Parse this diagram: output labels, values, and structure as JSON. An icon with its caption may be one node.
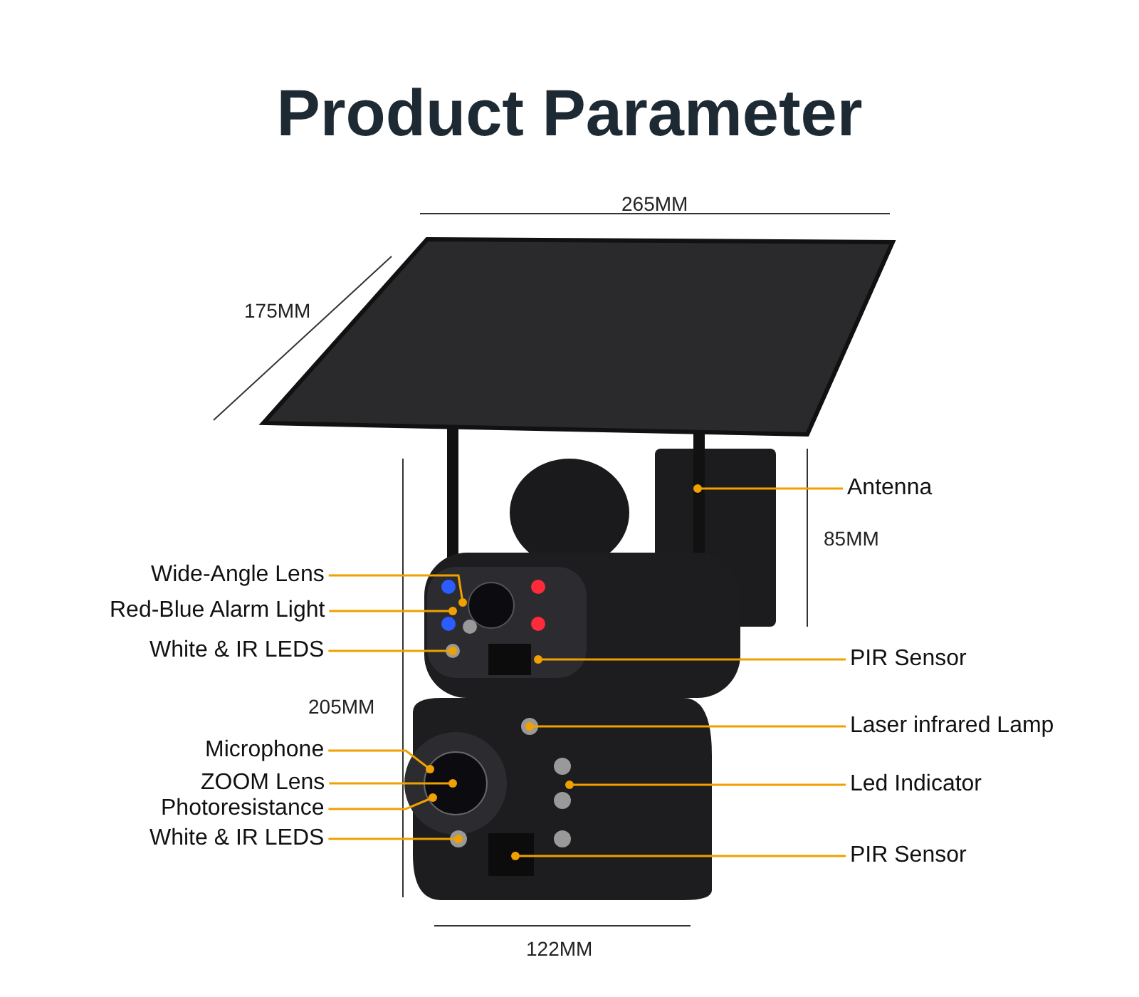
{
  "diagram": {
    "title": "Product Parameter",
    "nodes": [
      {
        "text": [
          "Wide-Angle Lens"
        ]
      },
      {
        "text": [
          "Red-Blue Alarm Light"
        ]
      },
      {
        "text": [
          "White & IR LEDS"
        ]
      },
      {
        "text": [
          "Microphone"
        ]
      },
      {
        "text": [
          "ZOOM Lens"
        ]
      },
      {
        "text": [
          "Photoresistance"
        ]
      },
      {
        "text": [
          "White & IR LEDS"
        ]
      },
      {
        "text": [
          "Antenna"
        ]
      },
      {
        "text": [
          "PIR Sensor"
        ]
      },
      {
        "text": [
          "Laser infrared Lamp"
        ]
      },
      {
        "text": [
          "Led Indicator"
        ]
      },
      {
        "text": [
          "PIR Sensor"
        ]
      }
    ],
    "edges": [
      {
        "from": 0,
        "to": null,
        "arrow": "other"
      },
      {
        "from": 1,
        "to": null,
        "arrow": "other"
      },
      {
        "from": 2,
        "to": null,
        "arrow": "other"
      },
      {
        "from": 3,
        "to": null,
        "arrow": "other"
      },
      {
        "from": 4,
        "to": null,
        "arrow": "other"
      },
      {
        "from": 5,
        "to": null,
        "arrow": "other"
      },
      {
        "from": 6,
        "to": null,
        "arrow": "other"
      },
      {
        "from": 7,
        "to": null,
        "arrow": "other"
      },
      {
        "from": 8,
        "to": null,
        "arrow": "other"
      },
      {
        "from": 9,
        "to": null,
        "arrow": "other"
      },
      {
        "from": 10,
        "to": null,
        "arrow": "other"
      },
      {
        "from": 11,
        "to": null,
        "arrow": "other"
      }
    ],
    "labels": [
      "265MM",
      "175MM",
      "85MM",
      "205MM",
      "122MM"
    ]
  }
}
